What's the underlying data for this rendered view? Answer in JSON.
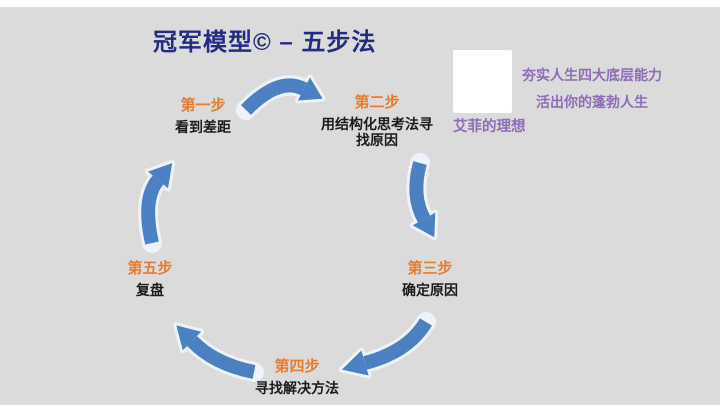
{
  "slide": {
    "title": "冠军模型© – 五步法"
  },
  "steps": [
    {
      "label": "第一步",
      "desc": "看到差距"
    },
    {
      "label": "第二步",
      "desc": "用结构化思考法寻找原因"
    },
    {
      "label": "第三步",
      "desc": "确定原因"
    },
    {
      "label": "第四步",
      "desc": "寻找解决方法"
    },
    {
      "label": "第五步",
      "desc": "复盘"
    }
  ],
  "diagram": {
    "type": "cycle",
    "arrow_count": 5,
    "direction": "clockwise"
  },
  "branding": {
    "tagline_line1": "夯实人生四大底层能力",
    "tagline_line2": "活出你的蓬勃人生",
    "brand_name": "艾菲的理想"
  },
  "colors": {
    "title_navy": "#232c85",
    "step_orange": "#e97c30",
    "body_text": "#1b1b1b",
    "arrow_blue": "#4b80c2",
    "arrow_halo": "#eef3f9",
    "brand_purple": "#8f6cb8",
    "background_gray": "#dbdbdb",
    "background_white": "#ffffff"
  }
}
